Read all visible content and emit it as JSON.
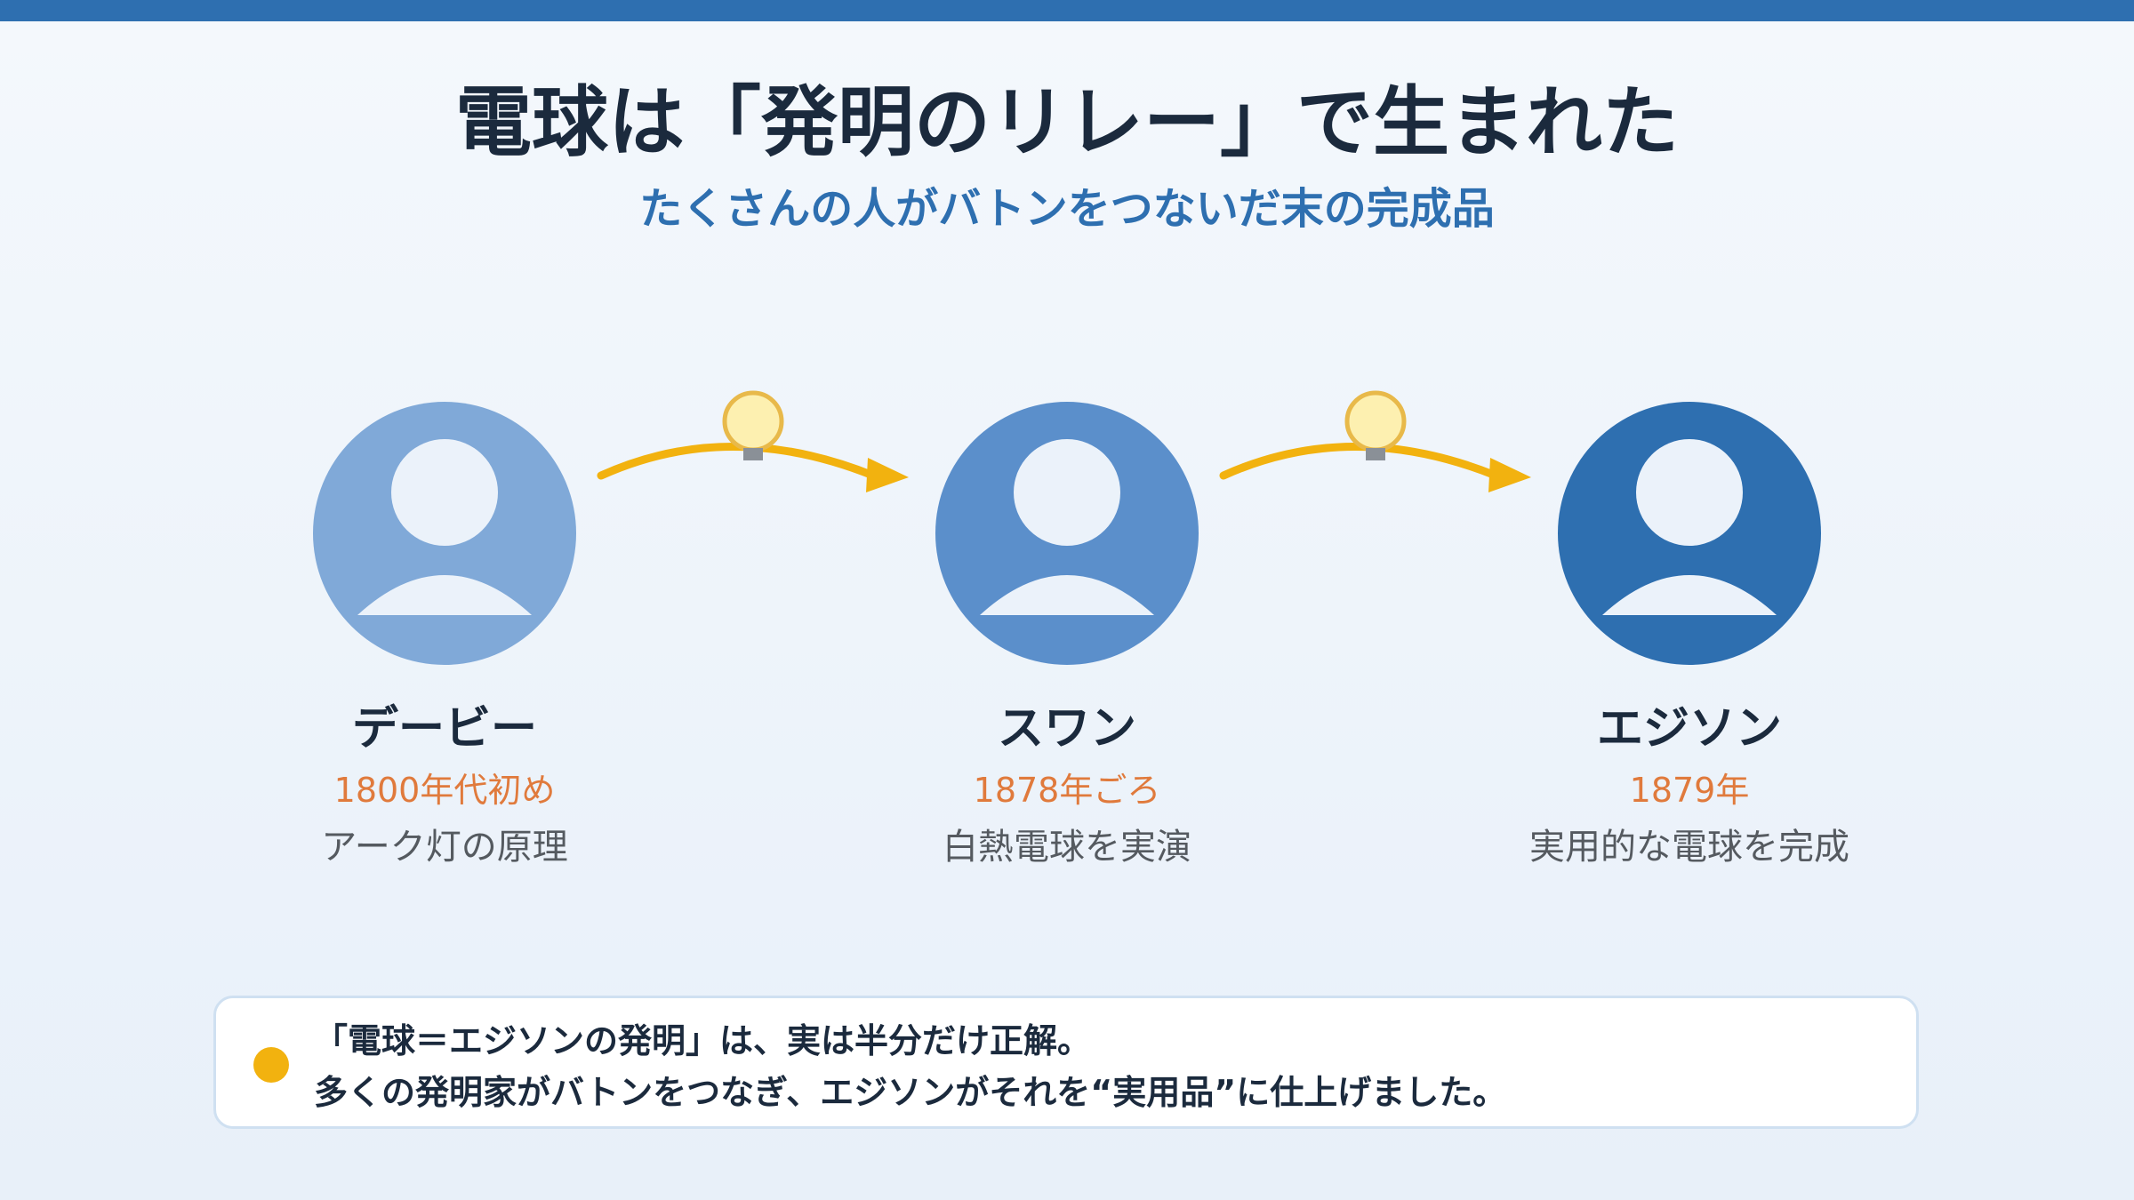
{
  "header": {
    "title": "電球は「発明のリレー」で生まれた",
    "subtitle": "たくさんの人がバトンをつないだ末の完成品"
  },
  "inventors": [
    {
      "name": "デービー",
      "date": "1800年代初め",
      "description": "アーク灯の原理",
      "color": "#80a9d8"
    },
    {
      "name": "スワン",
      "date": "1878年ごろ",
      "description": "白熱電球を実演",
      "color": "#5b8fcb"
    },
    {
      "name": "エジソン",
      "date": "1879年",
      "description": "実用的な電球を完成",
      "color": "#2e6fb0"
    }
  ],
  "note": {
    "line1": "「電球＝エジソンの発明」は、実は半分だけ正解。",
    "line2": "多くの発明家がバトンをつなぎ、エジソンがそれを“実用品”に仕上げました。"
  },
  "colors": {
    "accent": "#2e6fb0",
    "arrow": "#f2b20f",
    "date": "#e07a3c",
    "bulb": "#fdf0b0"
  }
}
